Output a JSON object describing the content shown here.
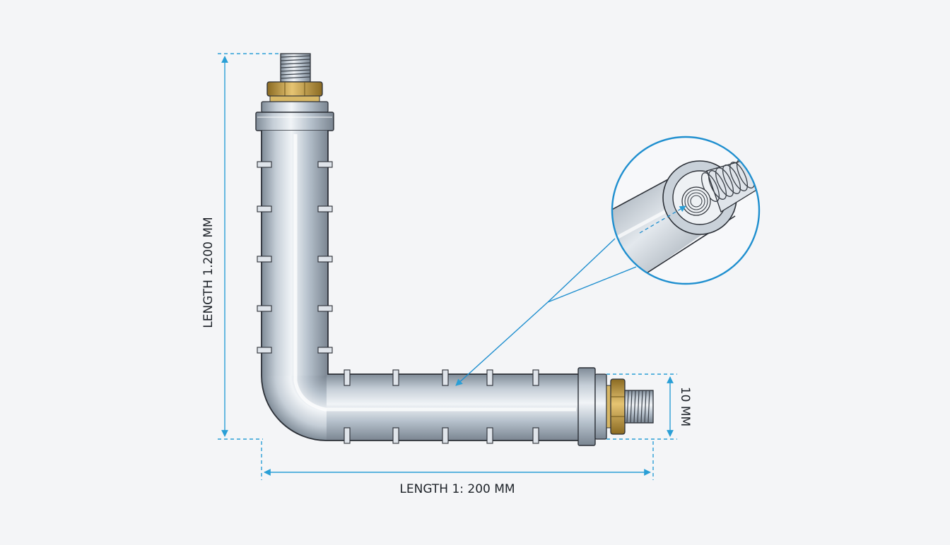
{
  "labels": {
    "vertical_length": "LENGTH 1.200 MM",
    "horizontal_length": "LENGTH 1: 200 MM",
    "diameter": "10 MM"
  },
  "colors": {
    "background": "#f4f5f7",
    "dimension_line": "#2a9fd6",
    "callout": "#1f8fcf",
    "pipe_light": "#e9eef3",
    "pipe_mid": "#b7c2cd",
    "pipe_dark": "#7f8b97",
    "outline": "#2b2f36",
    "brass": "#c9a24a",
    "label_text": "#1d2228"
  }
}
